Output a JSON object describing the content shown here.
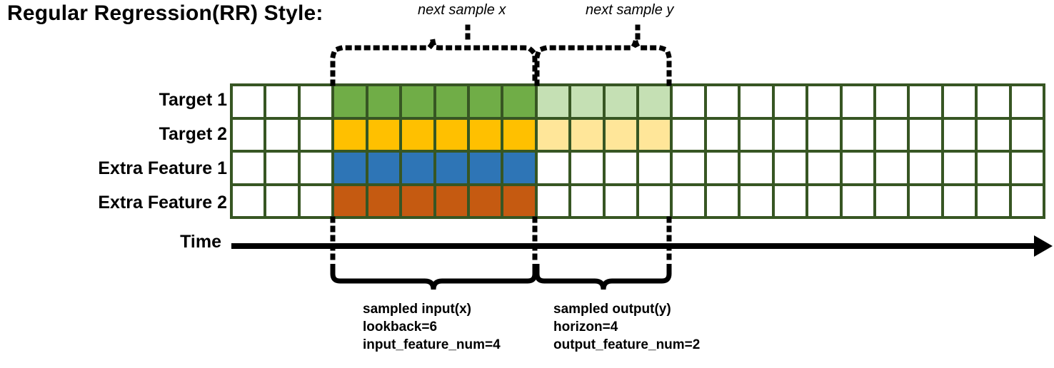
{
  "title": "Regular Regression(RR) Style:",
  "top_labels": {
    "next_x": "next sample x",
    "next_y": "next sample y"
  },
  "time_axis": {
    "label": "Time"
  },
  "rows": [
    {
      "label": "Target 1",
      "fill": "#70ad47",
      "light_fill": "#c5e0b4",
      "has_output": true
    },
    {
      "label": "Target 2",
      "fill": "#ffc000",
      "light_fill": "#ffe699",
      "has_output": true
    },
    {
      "label": "Extra Feature 1",
      "fill": "#2e75b6",
      "light_fill": "#ffffff",
      "has_output": false
    },
    {
      "label": "Extra Feature 2",
      "fill": "#c55a11",
      "light_fill": "#ffffff",
      "has_output": false
    }
  ],
  "grid": {
    "columns": 24,
    "rows": 4,
    "lead_blank_cols": 3,
    "input_cols": 6,
    "output_cols": 4,
    "trail_blank_cols": 11,
    "line_color": "#375623",
    "empty_fill": "#ffffff"
  },
  "annotations": {
    "input": {
      "line1": "sampled input(x)",
      "line2": "lookback=6",
      "line3": "input_feature_num=4"
    },
    "output": {
      "line1": "sampled output(y)",
      "line2": "horizon=4",
      "line3": "output_feature_num=2"
    }
  },
  "colors": {
    "grid_line": "#375623",
    "target1": "#70ad47",
    "target1_light": "#c5e0b4",
    "target2": "#ffc000",
    "target2_light": "#ffe699",
    "extra1": "#2e75b6",
    "extra2": "#c55a11",
    "ink": "#000000"
  }
}
